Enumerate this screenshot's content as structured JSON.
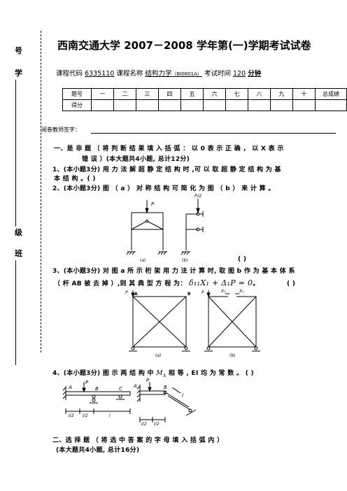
{
  "side": {
    "xue": "学",
    "hao": "号",
    "ban": "班",
    "ji": "级"
  },
  "title": "西南交通大学 2007－2008 学年第(一)学期考试试卷",
  "info": {
    "code_label": "课程代码",
    "code": "6335110",
    "name_label": "课程名称",
    "name": "结构力学",
    "name_code": "（BI0801A）",
    "time_label": "考试时间",
    "time": "120",
    "time_unit": "分钟"
  },
  "score_table": {
    "header": [
      "题号",
      "一",
      "二",
      "三",
      "四",
      "五",
      "六",
      "七",
      "八",
      "九",
      "十",
      "总成绩"
    ],
    "row_label": "得分"
  },
  "grader_label": "阅卷教师签字：",
  "section1": {
    "heading_a": "一、是 非 题 （ 将 判 断 结 果 填 入 括 弧 ： 以 0  表 示 正 确 ， 以 X  表 示",
    "heading_b": "错 误 ）(本大题共4小题, 总计12分)",
    "q1_a": "1、(本小题3分)    用 力 法 解 超 静 定 结 构 时 ,可 以 取 超 静 定 结 构 为 基",
    "q1_b": "本 结 构 。(    )",
    "q2": "2、(本小题3分)    图 （ a ）  对 称 结 构 可 简 化 为 图  （ b ）  来 计 算 。",
    "q2_bracket": "(    )",
    "q3_a": "3、(本小题3分)  对 图 a 所 示 桁 架 用 力 法 计 算 时, 取 图 b 作 为 基 本 体 系",
    "q3_b": "（ 杆 AB 被 去 掉 ）,则 其 典 型 方 程 为：",
    "q3_eq": "δ₁₁X₁ + Δ₁P = 0",
    "q3_end": "。",
    "q3_bracket": "(    )",
    "q4_a": "4、(本小题3分)  图 示 两 结 构 中",
    "q4_ma": "M",
    "q4_ma_sub": "A",
    "q4_b": "相 等 , EI 均 为 常 数 。  (    )"
  },
  "section2": {
    "heading": "二、选 择 题 （ 将 选 中 答 案 的 字 母 填 入 括 弧 内 ）",
    "sub": "(本大题共4小题, 总计16分)"
  },
  "figures": {
    "fig2": {
      "p": "P",
      "p_half": "P/2",
      "label_a": "(a)",
      "label_b": "(b)"
    },
    "fig3": {
      "p": "P",
      "a": "A",
      "b": "B",
      "x1": "X₁",
      "label_a": "(a)",
      "label_b": "(b)"
    },
    "fig4": {
      "a": "A",
      "b": "B",
      "c": "C",
      "p": "P",
      "l": "l",
      "dims_left": [
        "l/2",
        "l/2",
        "l"
      ],
      "dims_right": [
        "l/2",
        "l/2"
      ]
    }
  }
}
